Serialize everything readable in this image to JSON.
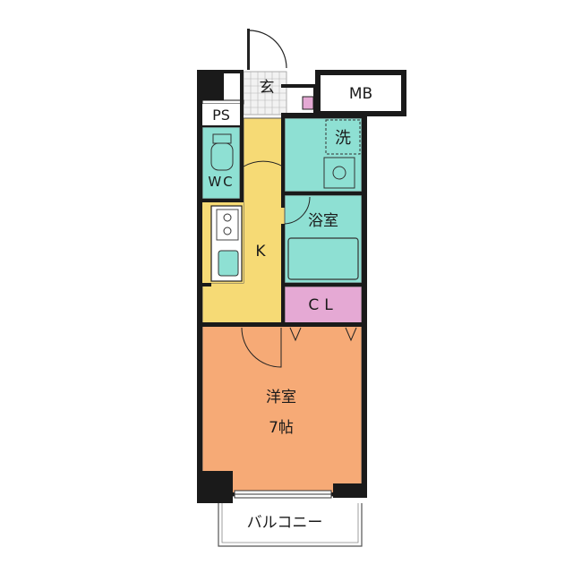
{
  "labels": {
    "entrance": "玄",
    "mb": "MB",
    "ps": "PS",
    "wc": "WC",
    "kitchen": "K",
    "laundry": "洗",
    "bathroom": "浴室",
    "closet": "CL",
    "western_room": "洋室",
    "western_room_size": "7帖",
    "balcony": "バルコニー"
  },
  "colors": {
    "kitchen_area": "#f6da75",
    "wet_area": "#8ee0d3",
    "closet": "#e5a9d4",
    "western_room": "#f6aa76",
    "wall": "#1a1a1a",
    "entrance_tile": "#f2f2f2"
  }
}
